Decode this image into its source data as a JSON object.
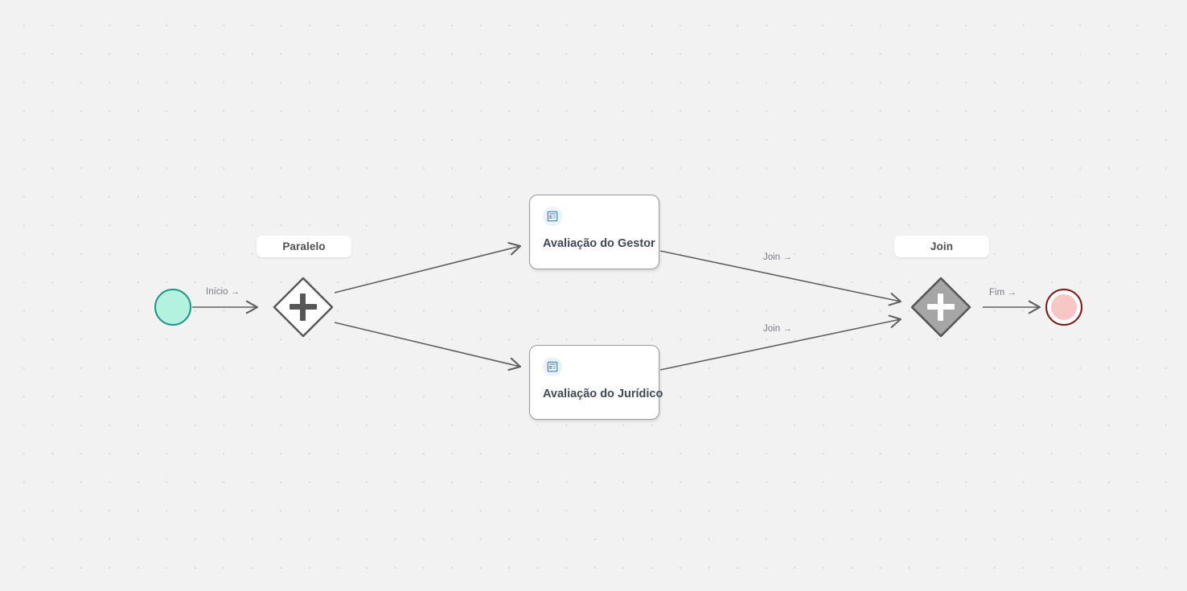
{
  "canvas": {
    "background_color": "#f2f2f2",
    "dot_color": "#d9d9d9"
  },
  "nodes": {
    "start": {
      "name": "start-event",
      "fill": "#b2f2df",
      "stroke": "#1f968a"
    },
    "parallel_gateway": {
      "badge_label": "Paralelo",
      "symbol": "+",
      "fill": "#ffffff",
      "stroke": "#575757"
    },
    "task_gestor": {
      "title": "Avaliação do Gestor",
      "icon": "form-icon"
    },
    "task_juridico": {
      "title": "Avaliação do Jurídico",
      "icon": "form-icon"
    },
    "join_gateway": {
      "badge_label": "Join",
      "symbol": "+",
      "fill": "#a6a6a6",
      "stroke": "#575757"
    },
    "end": {
      "name": "end-event",
      "fill": "#f9c6c6",
      "stroke": "#7d1616"
    }
  },
  "edges": [
    {
      "id": "start-to-parallel",
      "label": "Início →"
    },
    {
      "id": "parallel-to-gestor",
      "label": ""
    },
    {
      "id": "parallel-to-juridico",
      "label": ""
    },
    {
      "id": "gestor-to-join",
      "label": "Join →"
    },
    {
      "id": "juridico-to-join",
      "label": "Join →"
    },
    {
      "id": "join-to-end",
      "label": "Fim →"
    }
  ],
  "edge_labels": {
    "inicio": "Início →",
    "join_top": "Join →",
    "join_bottom": "Join →",
    "fim": "Fim →"
  }
}
